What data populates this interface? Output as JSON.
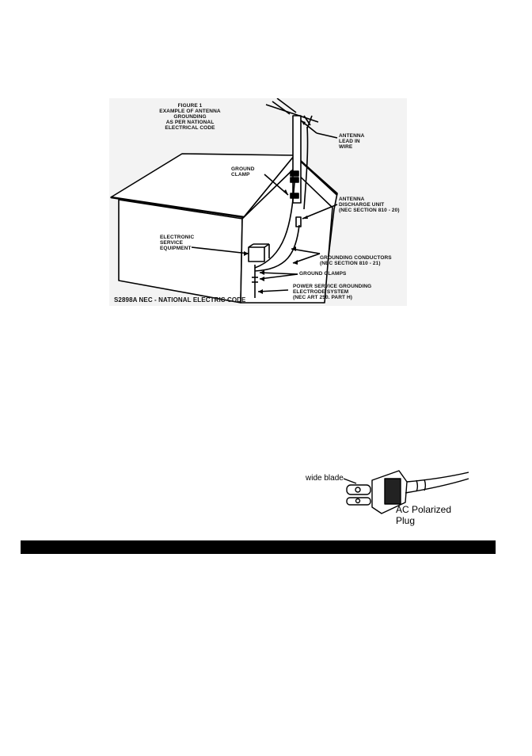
{
  "figure": {
    "title": "FIGURE 1\nEXAMPLE OF ANTENNA GROUNDING\nAS PER NATIONAL\nELECTRICAL CODE",
    "labels": {
      "antenna_lead_in_wire": "ANTENNA\nLEAD IN\nWIRE",
      "ground_clamp": "GROUND\nCLAMP",
      "antenna_discharge_unit": "ANTENNA\nDISCHARGE UNIT\n(NEC SECTION 810 - 20)",
      "electronic_service_equipment": "ELECTRONIC\nSERVICE\nEQUIPMENT",
      "grounding_conductors": "GROUNDING CONDUCTORS\n(NEC SECTION 810 - 21)",
      "ground_clamps": "GROUND CLAMPS",
      "power_service_grounding": "POWER SERVICE GROUNDING\nELECTRODE SYSTEM\n(NEC ART 250. PART H)"
    },
    "caption": "S2898A NEC - NATIONAL ELECTRIC CODE"
  },
  "plug_figure": {
    "wide_blade_label": "wide blade",
    "name": "AC Polarized Plug"
  },
  "section_bar": {
    "color": "#000000"
  }
}
